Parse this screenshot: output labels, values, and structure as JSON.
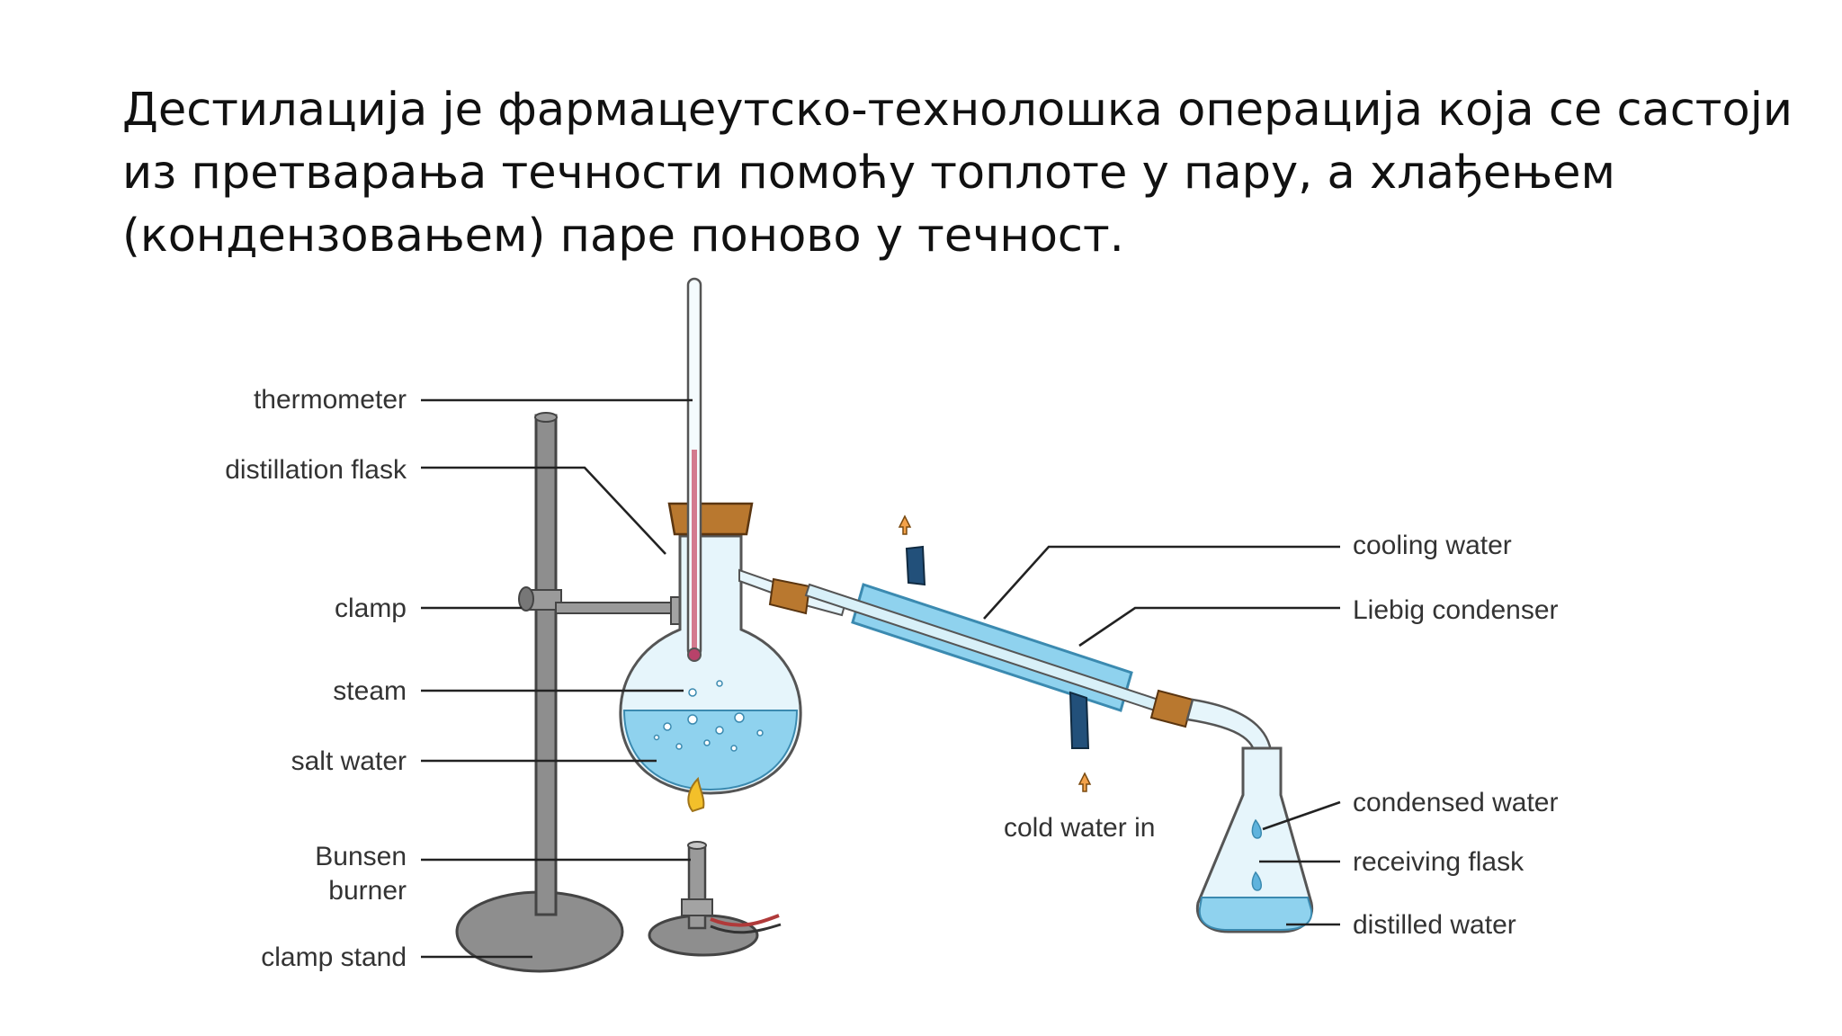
{
  "text": {
    "line1": "Дестилација је фармацеутско-технолошка операција која се састоји",
    "line2": "из претварања течности помоћу топлоте у пару, а хлађењем",
    "line3": "(кондензовањем) паре поново у течност."
  },
  "labels": {
    "thermometer": "thermometer",
    "distillation_flask": "distillation flask",
    "clamp": "clamp",
    "steam": "steam",
    "salt_water": "salt water",
    "bunsen_line1": "Bunsen",
    "bunsen_line2": "burner",
    "clamp_stand": "clamp stand",
    "cooling_water": "cooling water",
    "liebig_condenser": "Liebig condenser",
    "cold_water_in": "cold water in",
    "condensed_water": "condensed water",
    "receiving_flask": "receiving flask",
    "distilled_water": "distilled water"
  },
  "colors": {
    "water": "#8fd2ee",
    "glass": "#e6f5fb",
    "stand": "#8e8e8e",
    "cork": "#b9782f",
    "hose": "#22507a"
  }
}
